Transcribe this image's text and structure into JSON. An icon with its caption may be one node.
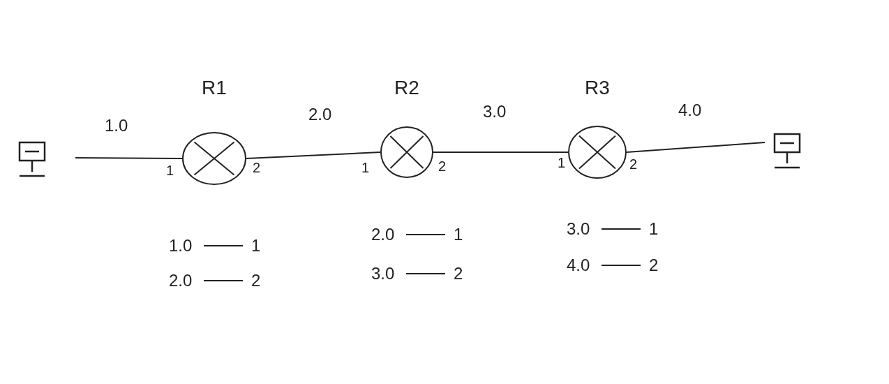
{
  "diagram": {
    "nodes": [
      {
        "text": [],
        "shape": "computer"
      },
      {
        "text": [
          "R1"
        ],
        "beside": [
          "1",
          "2"
        ]
      },
      {
        "text": [
          "R2"
        ],
        "beside": [
          "1",
          "2"
        ]
      },
      {
        "text": [
          "R3"
        ],
        "beside": [
          "1",
          "2"
        ]
      },
      {
        "text": [],
        "shape": "computer"
      }
    ],
    "edges": [
      {
        "from": 0,
        "to": 1,
        "arrow": "none",
        "label": "1.0"
      },
      {
        "from": 1,
        "to": 2,
        "arrow": "none",
        "label": "2.0"
      },
      {
        "from": 2,
        "to": 3,
        "arrow": "none",
        "label": "3.0"
      },
      {
        "from": 3,
        "to": 4,
        "arrow": "none",
        "label": "4.0"
      }
    ],
    "labels": [
      "1.0",
      "1",
      "2.0",
      "2",
      "2.0",
      "1",
      "3.0",
      "2",
      "3.0",
      "1",
      "4.0",
      "2"
    ]
  }
}
